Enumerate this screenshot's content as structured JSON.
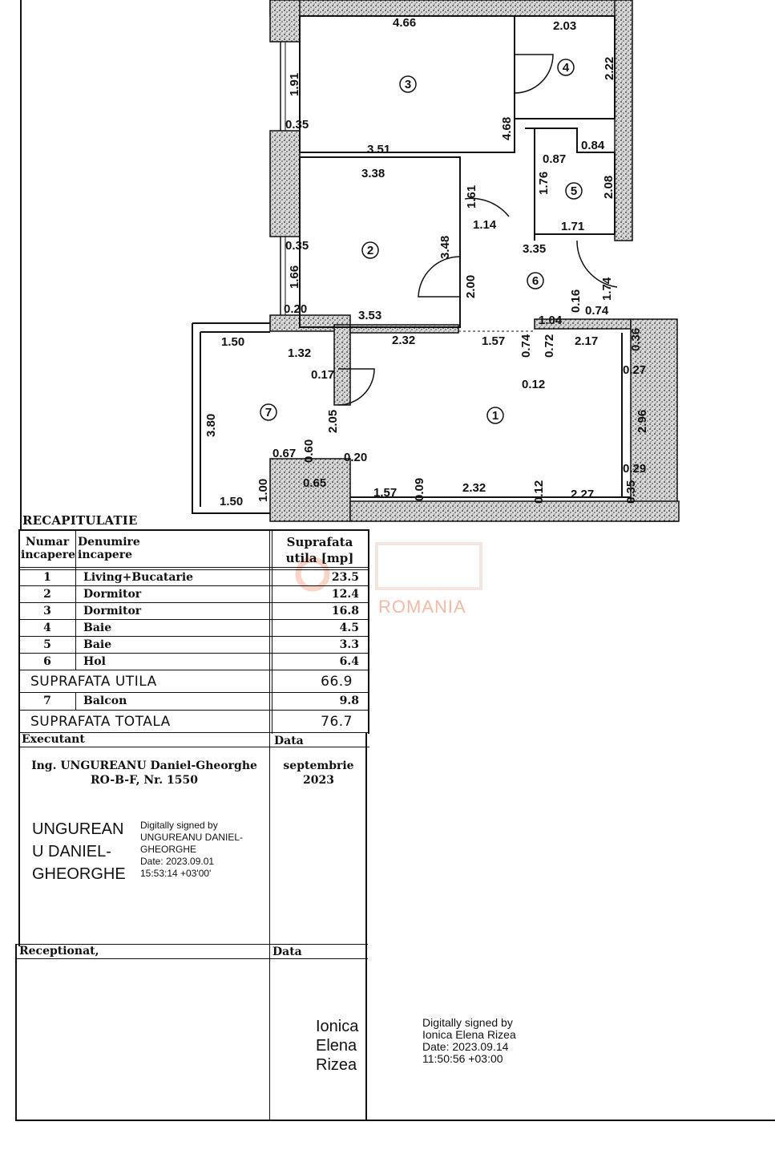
{
  "plan": {
    "rooms": [
      {
        "id": "1",
        "label": "1"
      },
      {
        "id": "2",
        "label": "2"
      },
      {
        "id": "3",
        "label": "3"
      },
      {
        "id": "4",
        "label": "4"
      },
      {
        "id": "5",
        "label": "5"
      },
      {
        "id": "6",
        "label": "6"
      },
      {
        "id": "7",
        "label": "7"
      }
    ],
    "dimensions": [
      "4.66",
      "2.03",
      "2.22",
      "1.91",
      "0.35",
      "4.68",
      "3.51",
      "3.38",
      "1.61",
      "0.84",
      "0.87",
      "1.76",
      "2.08",
      "1.14",
      "1.71",
      "3.35",
      "0.35",
      "3.48",
      "1.66",
      "2.00",
      "1.74",
      "0.20",
      "3.53",
      "1.04",
      "0.16",
      "0.74",
      "1.50",
      "1.32",
      "2.32",
      "1.57",
      "0.74",
      "0.72",
      "2.17",
      "0.36",
      "0.27",
      "0.17",
      "0.12",
      "3.80",
      "2.05",
      "2.96",
      "0.67",
      "0.60",
      "0.20",
      "0.29",
      "0.65",
      "1.00",
      "1.50",
      "1.57",
      "0.09",
      "2.32",
      "0.12",
      "2.27",
      "0.35"
    ]
  },
  "recap": {
    "title": "RECAPITULATIE",
    "headers": {
      "num_line1": "Numar",
      "num_line2": "incapere",
      "name_line1": "Denumire",
      "name_line2": "incapere",
      "area_line1": "Suprafata",
      "area_line2": "utila [mp]"
    },
    "rows": [
      {
        "num": "1",
        "name": "Living+Bucatarie",
        "area": "23.5"
      },
      {
        "num": "2",
        "name": "Dormitor",
        "area": "12.4"
      },
      {
        "num": "3",
        "name": "Dormitor",
        "area": "16.8"
      },
      {
        "num": "4",
        "name": "Baie",
        "area": "4.5"
      },
      {
        "num": "5",
        "name": "Baie",
        "area": "3.3"
      },
      {
        "num": "6",
        "name": "Hol",
        "area": "6.4"
      }
    ],
    "util_label": "SUPRAFATA UTILA",
    "util_value": "66.9",
    "balcony": {
      "num": "7",
      "name": "Balcon",
      "area": "9.8"
    },
    "total_label": "SUPRAFATA TOTALA",
    "total_value": "76.7"
  },
  "executant": {
    "label": "Executant",
    "date_label": "Data",
    "name_line1": "Ing. UNGUREANU Daniel-Gheorghe",
    "name_line2": "RO-B-F, Nr. 1550",
    "date_line1": "septembrie",
    "date_line2": "2023",
    "signature_name": [
      "UNGUREAN",
      "U DANIEL-",
      "GHEORGHE"
    ],
    "signature_text": [
      "Digitally signed by",
      "UNGUREANU DANIEL-",
      "GHEORGHE",
      "Date: 2023.09.01",
      "15:53:14 +03'00'"
    ]
  },
  "receptionat": {
    "label": "Receptionat,",
    "date_label": "Data",
    "signature_name": [
      "Ionica",
      "Elena",
      "Rizea"
    ],
    "signature_text": [
      "Digitally signed by",
      "Ionica Elena Rizea",
      "Date: 2023.09.14",
      "11:50:56 +03:00"
    ]
  },
  "watermark": {
    "text": "ROMANIA"
  },
  "colors": {
    "ink": "#111111",
    "hatch": "#9a9a9a",
    "watermark": "#f4b9a6"
  }
}
